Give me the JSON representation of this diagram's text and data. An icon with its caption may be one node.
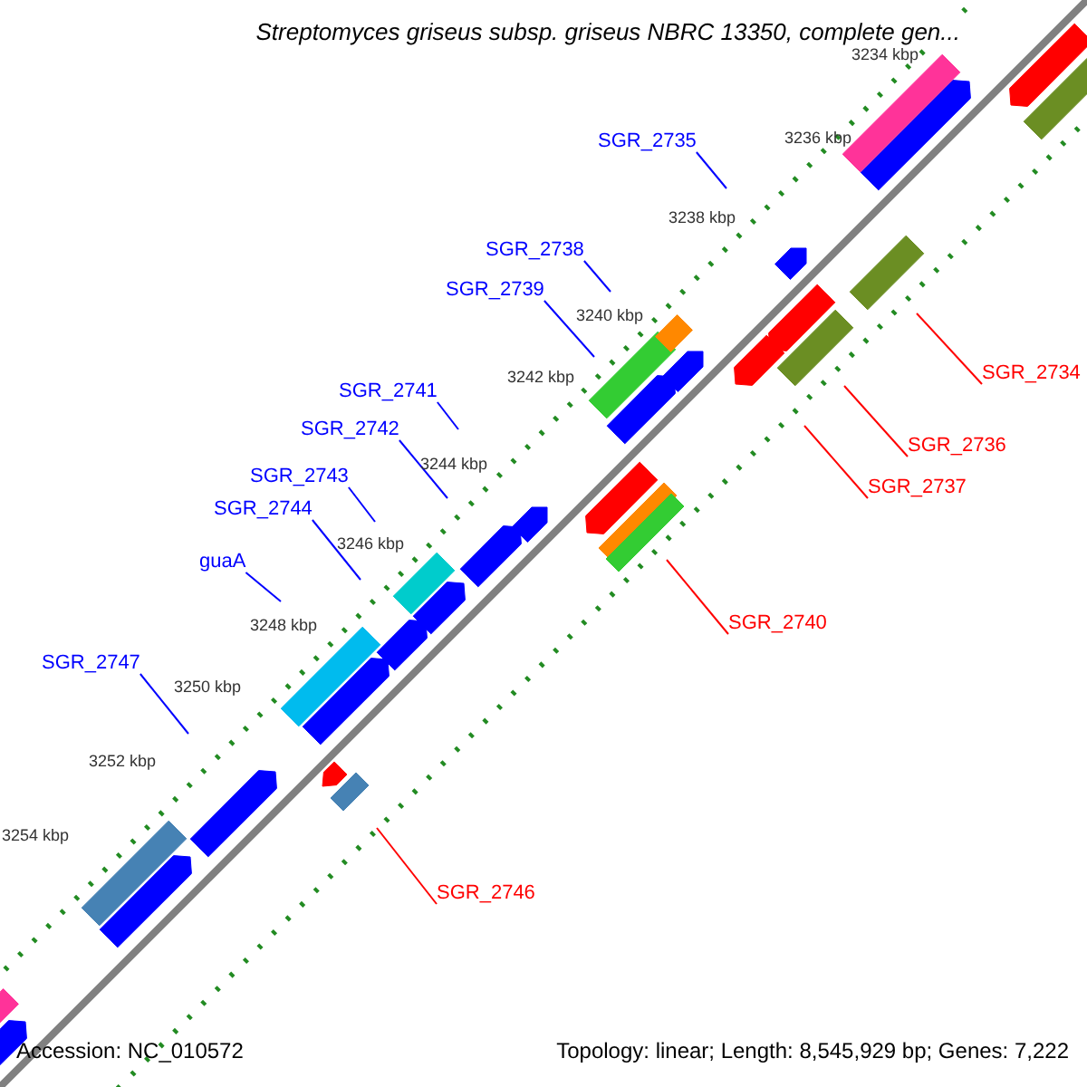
{
  "diagram": {
    "title": "Streptomyces griseus subsp. griseus NBRC 13350, complete gen...",
    "nodes": [
      {
        "text": [
          "SGR_2735"
        ]
      },
      {
        "text": [
          "SGR_2738"
        ]
      },
      {
        "text": [
          "SGR_2739"
        ]
      },
      {
        "text": [
          "SGR_2741"
        ]
      },
      {
        "text": [
          "SGR_2742"
        ]
      },
      {
        "text": [
          "SGR_2743"
        ]
      },
      {
        "text": [
          "SGR_2744"
        ]
      },
      {
        "text": [
          "guaA"
        ]
      },
      {
        "text": [
          "SGR_2747"
        ]
      },
      {
        "text": [
          "SGR_2734"
        ]
      },
      {
        "text": [
          "SGR_2736"
        ]
      },
      {
        "text": [
          "SGR_2737"
        ]
      },
      {
        "text": [
          "SGR_2740"
        ]
      },
      {
        "text": [
          "SGR_2746"
        ]
      }
    ],
    "edges": [
      {
        "from": 0,
        "to": null,
        "arrow": "none"
      },
      {
        "from": 1,
        "to": null,
        "arrow": "none"
      },
      {
        "from": 2,
        "to": null,
        "arrow": "none"
      },
      {
        "from": 3,
        "to": null,
        "arrow": "none"
      },
      {
        "from": 4,
        "to": null,
        "arrow": "none"
      },
      {
        "from": 5,
        "to": null,
        "arrow": "none"
      },
      {
        "from": 6,
        "to": null,
        "arrow": "none"
      },
      {
        "from": 7,
        "to": null,
        "arrow": "none"
      },
      {
        "from": 8,
        "to": null,
        "arrow": "none"
      },
      {
        "from": 9,
        "to": null,
        "arrow": "none",
        "color": "#ff0000"
      },
      {
        "from": 10,
        "to": null,
        "arrow": "none",
        "color": "#ff0000"
      },
      {
        "from": 11,
        "to": null,
        "arrow": "none",
        "color": "#ff0000"
      },
      {
        "from": 12,
        "to": null,
        "arrow": "none",
        "color": "#ff0000"
      },
      {
        "from": 13,
        "to": null,
        "arrow": "none",
        "color": "#ff0000"
      }
    ],
    "labels": [
      "3234 kbp",
      "3236 kbp",
      "3238 kbp",
      "3240 kbp",
      "3242 kbp",
      "3244 kbp",
      "3246 kbp",
      "3248 kbp",
      "3250 kbp",
      "3252 kbp",
      "3254 kbp",
      "Accession: NC_010572",
      "Topology: linear; Length: 8,545,929 bp; Genes: 7,222"
    ]
  }
}
